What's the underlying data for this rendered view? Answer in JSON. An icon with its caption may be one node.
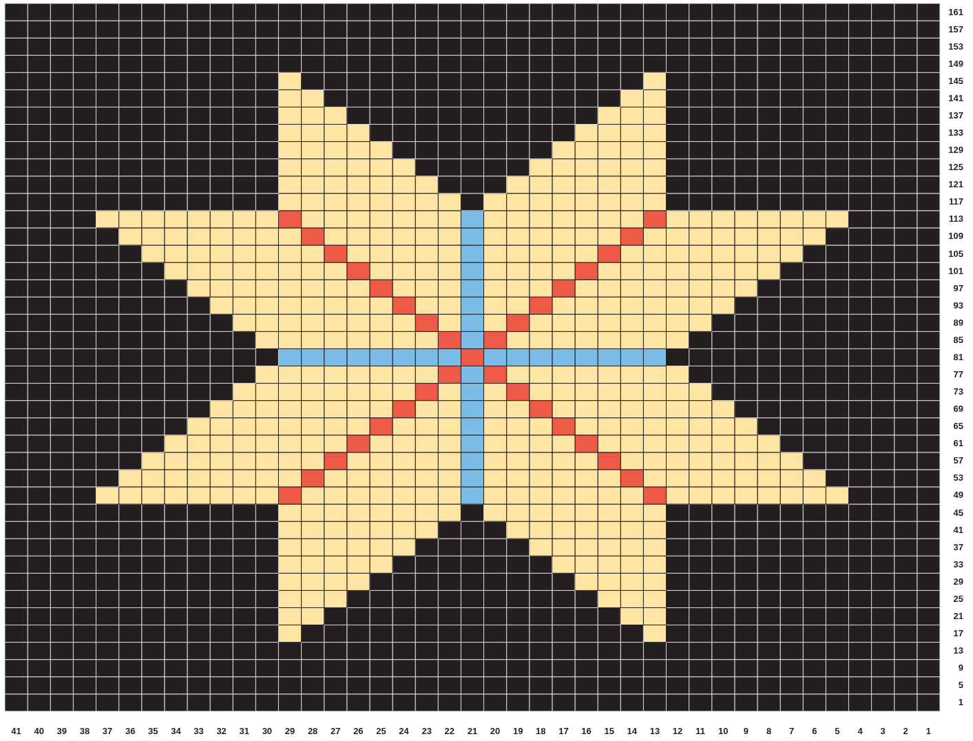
{
  "diagram": {
    "labels": [
      "161",
      "157",
      "153",
      "149",
      "145",
      "141",
      "137",
      "133",
      "129",
      "125",
      "121",
      "117",
      "113",
      "109",
      "105",
      "101",
      "97",
      "93",
      "89",
      "85",
      "81",
      "77",
      "73",
      "69",
      "65",
      "61",
      "57",
      "53",
      "49",
      "45",
      "41",
      "37",
      "33",
      "29",
      "25",
      "21",
      "17",
      "13",
      "9",
      "5",
      "1",
      "41",
      "40",
      "39",
      "38",
      "37",
      "36",
      "35",
      "34",
      "33",
      "32",
      "31",
      "30",
      "29",
      "28",
      "27",
      "26",
      "25",
      "24",
      "23",
      "22",
      "21",
      "20",
      "19",
      "18",
      "17",
      "16",
      "15",
      "14",
      "13",
      "12",
      "11",
      "10",
      "9",
      "8",
      "7",
      "6",
      "5",
      "4",
      "3",
      "2",
      "1"
    ]
  }
}
